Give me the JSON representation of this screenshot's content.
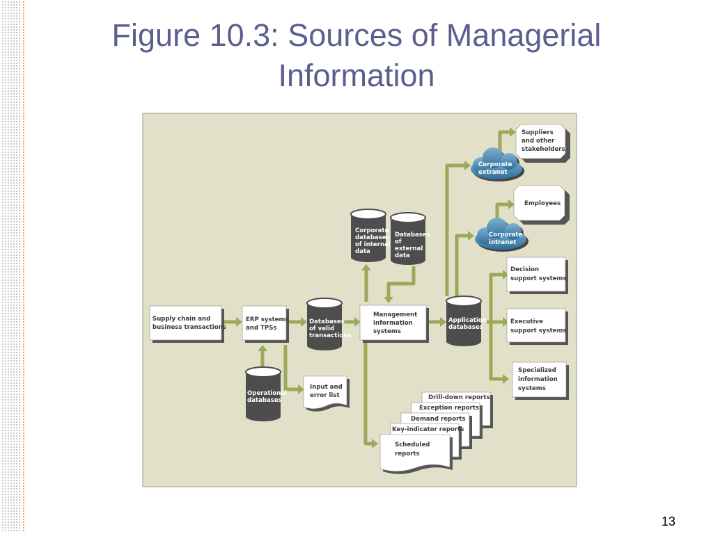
{
  "title": {
    "line1": "Figure 10.3: Sources of Managerial",
    "line2": "Information"
  },
  "page_number": "13",
  "colors": {
    "title": "#5b5e8e",
    "diagram_background": "#e3e0c9",
    "arrow": "#9aaa59",
    "cylinder": "#4d4d4d",
    "cloud": "#4f8fb6",
    "side_dots": "#c8c8c8",
    "side_accent": "#e8a05b"
  },
  "nodes": {
    "supply_chain": [
      "Supply chain and",
      "business transactions"
    ],
    "erp": [
      "ERP systems",
      "and TPSs"
    ],
    "operational_db": [
      "Operational",
      "databases"
    ],
    "valid_tx_db": [
      "Databases",
      "of valid",
      "transactions"
    ],
    "input_error": [
      "Input and",
      "error list"
    ],
    "corporate_internal_db": [
      "Corporate",
      "databases",
      "of internal",
      "data"
    ],
    "external_db": [
      "Databases",
      "of",
      "external",
      "data"
    ],
    "mis": [
      "Management",
      "information",
      "systems"
    ],
    "app_db": [
      "Application",
      "databases"
    ],
    "extranet": [
      "Corporate",
      "extranet"
    ],
    "intranet": [
      "Corporate",
      "intranet"
    ],
    "suppliers": [
      "Suppliers",
      "and other",
      "stakeholders"
    ],
    "employees": [
      "Employees"
    ],
    "dss": [
      "Decision",
      "support systems"
    ],
    "ess": [
      "Executive",
      "support systems"
    ],
    "specialized": [
      "Specialized",
      "information",
      "systems"
    ],
    "reports": {
      "drill_down": "Drill-down reports",
      "exception": "Exception reports",
      "demand": "Demand reports",
      "key_indicator": "Key-indicator reports",
      "scheduled": [
        "Scheduled",
        "reports"
      ]
    }
  }
}
